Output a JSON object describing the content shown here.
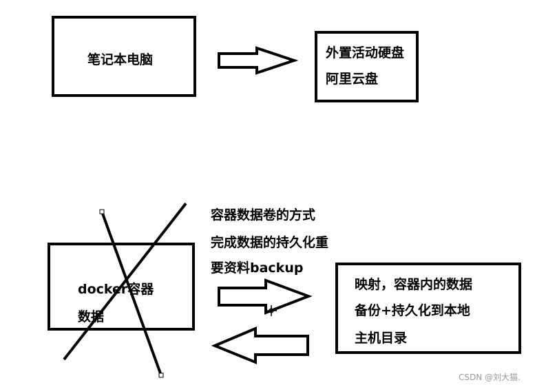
{
  "top": {
    "laptop_label": "笔记本电脑",
    "targets": [
      "外置活动硬盘",
      "阿里云盘"
    ]
  },
  "bottom": {
    "container_label_line1": "docker容器",
    "container_label_line2": "数据",
    "volume_note": [
      "容器数据卷的方式",
      "完成数据的持久化重",
      "要资料backup"
    ],
    "mapping": [
      "映射，容器内的数据",
      "备份+持久化到本地",
      "主机目录"
    ]
  },
  "watermark": "CSDN @刘大猫."
}
